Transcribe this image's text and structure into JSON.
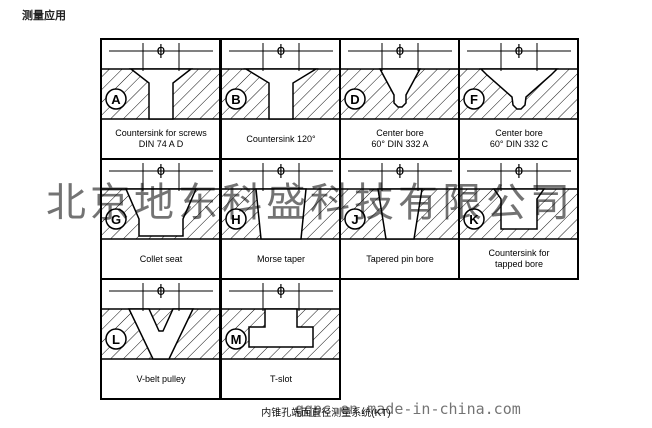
{
  "header": {
    "title": "测量应用"
  },
  "caption": "内锥孔端面直径测量系统(KT)",
  "watermark": {
    "company": "北京地东科盛科技有限公司",
    "url": "gqpc.en.made-in-china.com"
  },
  "diameter_symbol": "ϕ",
  "cells": [
    {
      "letter": "A",
      "label": [
        "Countersink for screws",
        "DIN 74 A     D"
      ]
    },
    {
      "letter": "B",
      "label": [
        "Countersink 120°"
      ]
    },
    {
      "letter": "D",
      "label": [
        "Center bore",
        "60° DIN 332 A"
      ]
    },
    {
      "letter": "F",
      "label": [
        "Center bore",
        "60° DIN 332 C"
      ]
    },
    {
      "letter": "G",
      "label": [
        "Collet seat"
      ]
    },
    {
      "letter": "H",
      "label": [
        "Morse taper"
      ]
    },
    {
      "letter": "J",
      "label": [
        "Tapered pin bore"
      ]
    },
    {
      "letter": "K",
      "label": [
        "Countersink for",
        "tapped bore"
      ]
    },
    {
      "letter": "L",
      "label": [
        "V-belt pulley"
      ]
    },
    {
      "letter": "M",
      "label": [
        "T-slot"
      ]
    }
  ]
}
